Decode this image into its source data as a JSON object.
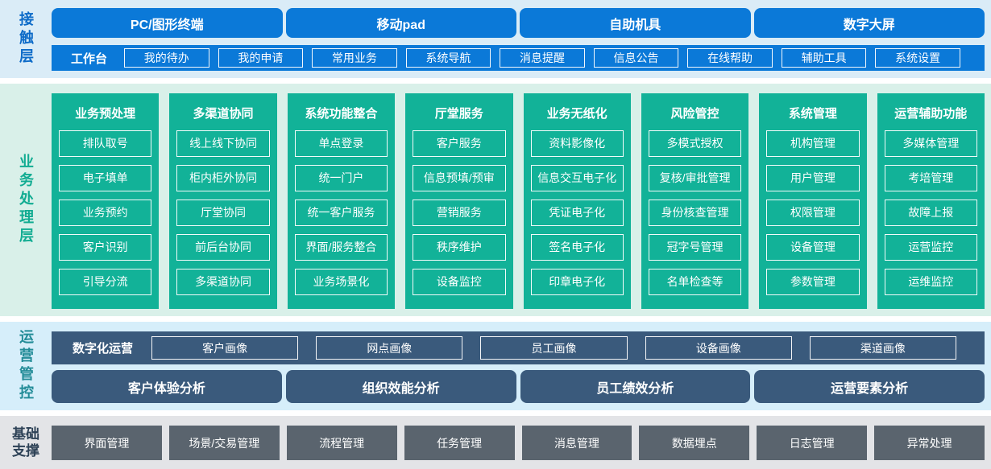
{
  "colors": {
    "accent_blue": "#0b79d8",
    "accent_teal": "#12b298",
    "accent_slate": "#3a5a7c",
    "accent_gray": "#5a646e",
    "bg_contact": "#daecf7",
    "bg_business": "#d9f0e9",
    "bg_ops": "#d6eefa",
    "bg_base": "#e3e4e7"
  },
  "contact_layer": {
    "label": "接触层",
    "terminals": [
      "PC/图形终端",
      "移动pad",
      "自助机具",
      "数字大屏"
    ],
    "workbench": {
      "label": "工作台",
      "items": [
        "我的待办",
        "我的申请",
        "常用业务",
        "系统导航",
        "消息提醒",
        "信息公告",
        "在线帮助",
        "辅助工具",
        "系统设置"
      ]
    }
  },
  "business_layer": {
    "label": "业务处理层",
    "columns": [
      {
        "title": "业务预处理",
        "items": [
          "排队取号",
          "电子填单",
          "业务预约",
          "客户识别",
          "引导分流"
        ]
      },
      {
        "title": "多渠道协同",
        "items": [
          "线上线下协同",
          "柜内柜外协同",
          "厅堂协同",
          "前后台协同",
          "多渠道协同"
        ]
      },
      {
        "title": "系统功能整合",
        "items": [
          "单点登录",
          "统一门户",
          "统一客户服务",
          "界面/服务整合",
          "业务场景化"
        ]
      },
      {
        "title": "厅堂服务",
        "items": [
          "客户服务",
          "信息预填/预审",
          "营销服务",
          "秩序维护",
          "设备监控"
        ]
      },
      {
        "title": "业务无纸化",
        "items": [
          "资料影像化",
          "信息交互电子化",
          "凭证电子化",
          "签名电子化",
          "印章电子化"
        ]
      },
      {
        "title": "风险管控",
        "items": [
          "多模式授权",
          "复核/审批管理",
          "身份核查管理",
          "冠字号管理",
          "名单检查等"
        ]
      },
      {
        "title": "系统管理",
        "items": [
          "机构管理",
          "用户管理",
          "权限管理",
          "设备管理",
          "参数管理"
        ]
      },
      {
        "title": "运营辅助功能",
        "items": [
          "多媒体管理",
          "考培管理",
          "故障上报",
          "运营监控",
          "运维监控"
        ]
      }
    ]
  },
  "ops_layer": {
    "label": "运营管控",
    "digital": {
      "label": "数字化运营",
      "items": [
        "客户画像",
        "网点画像",
        "员工画像",
        "设备画像",
        "渠道画像"
      ]
    },
    "analysis": [
      "客户体验分析",
      "组织效能分析",
      "员工绩效分析",
      "运营要素分析"
    ]
  },
  "base_layer": {
    "label": "基础\n支撑",
    "items": [
      "界面管理",
      "场景/交易管理",
      "流程管理",
      "任务管理",
      "消息管理",
      "数据埋点",
      "日志管理",
      "异常处理"
    ]
  }
}
